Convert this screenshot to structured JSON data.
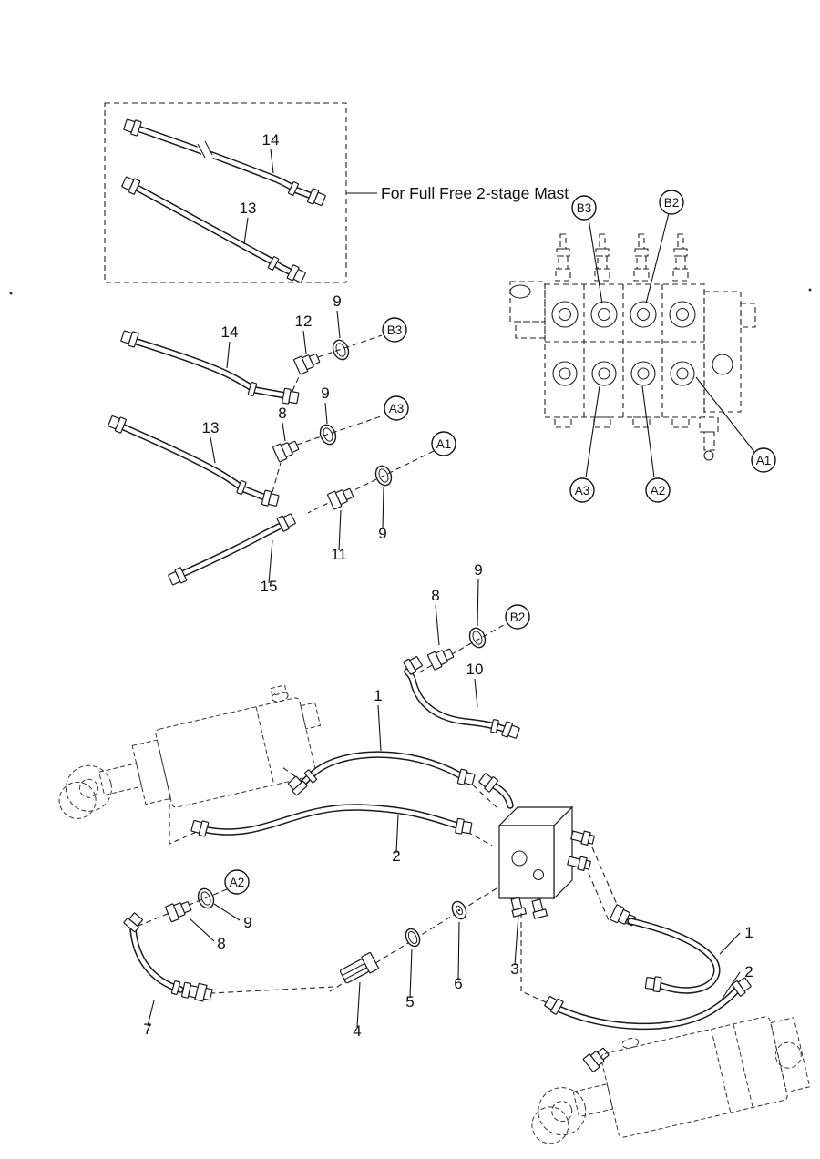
{
  "note": "For Full Free 2-stage Mast",
  "parts": {
    "1": "1",
    "2": "2",
    "3": "3",
    "4": "4",
    "5": "5",
    "6": "6",
    "7": "7",
    "8": "8",
    "9": "9",
    "10": "10",
    "11": "11",
    "12": "12",
    "13": "13",
    "14": "14",
    "15": "15"
  },
  "ports": {
    "A1": "A1",
    "A2": "A2",
    "A3": "A3",
    "B2": "B2",
    "B3": "B3"
  },
  "colors": {
    "ink": "#111111",
    "paper": "#ffffff"
  }
}
